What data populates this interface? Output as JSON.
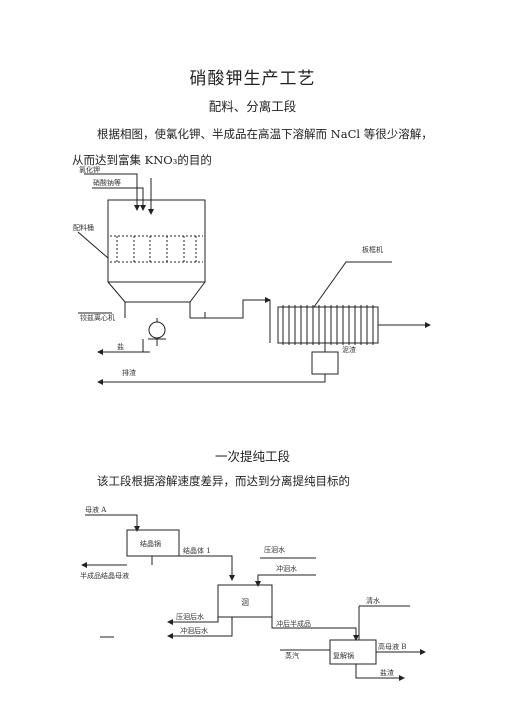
{
  "title": "硝酸钾生产工艺",
  "section1": {
    "heading": "配料、分离工段",
    "para_line1": "根据相图，使氯化钾、半成品在高温下溶解而 NaCl 等很少溶解，",
    "para_line2": "从而达到富集 KNO₃的目的",
    "labels": {
      "kcl": "氯化钾",
      "nitrate": "硝酸钠等",
      "mixer": "配料桶",
      "plate_filter": "板框机",
      "centrifuge": "铰兹离心机",
      "salt": "盐",
      "discharge": "排渣",
      "mud": "泥渣"
    }
  },
  "section2": {
    "heading": "一次提纯工段",
    "para": "该工段根据溶解速度差异，而达到分离提纯目标的",
    "labels": {
      "mother_a": "母液 A",
      "crystallizer": "结晶锅",
      "crystal_1": "结晶体  1",
      "semi_liquor": "半成品结晶母液",
      "press_water": "压洄水",
      "flush_water": "冲洄水",
      "tank": "洄",
      "press_after": "压洄后水",
      "flush_after": "冲洄后水",
      "flush_semi": "冲后半成品",
      "clear_water": "清水",
      "steam": "蒸汽",
      "redissolve": "复解锅",
      "high_liquor_b": "高母液  B",
      "salt_residue": "盐渣",
      "dash": "—"
    }
  }
}
